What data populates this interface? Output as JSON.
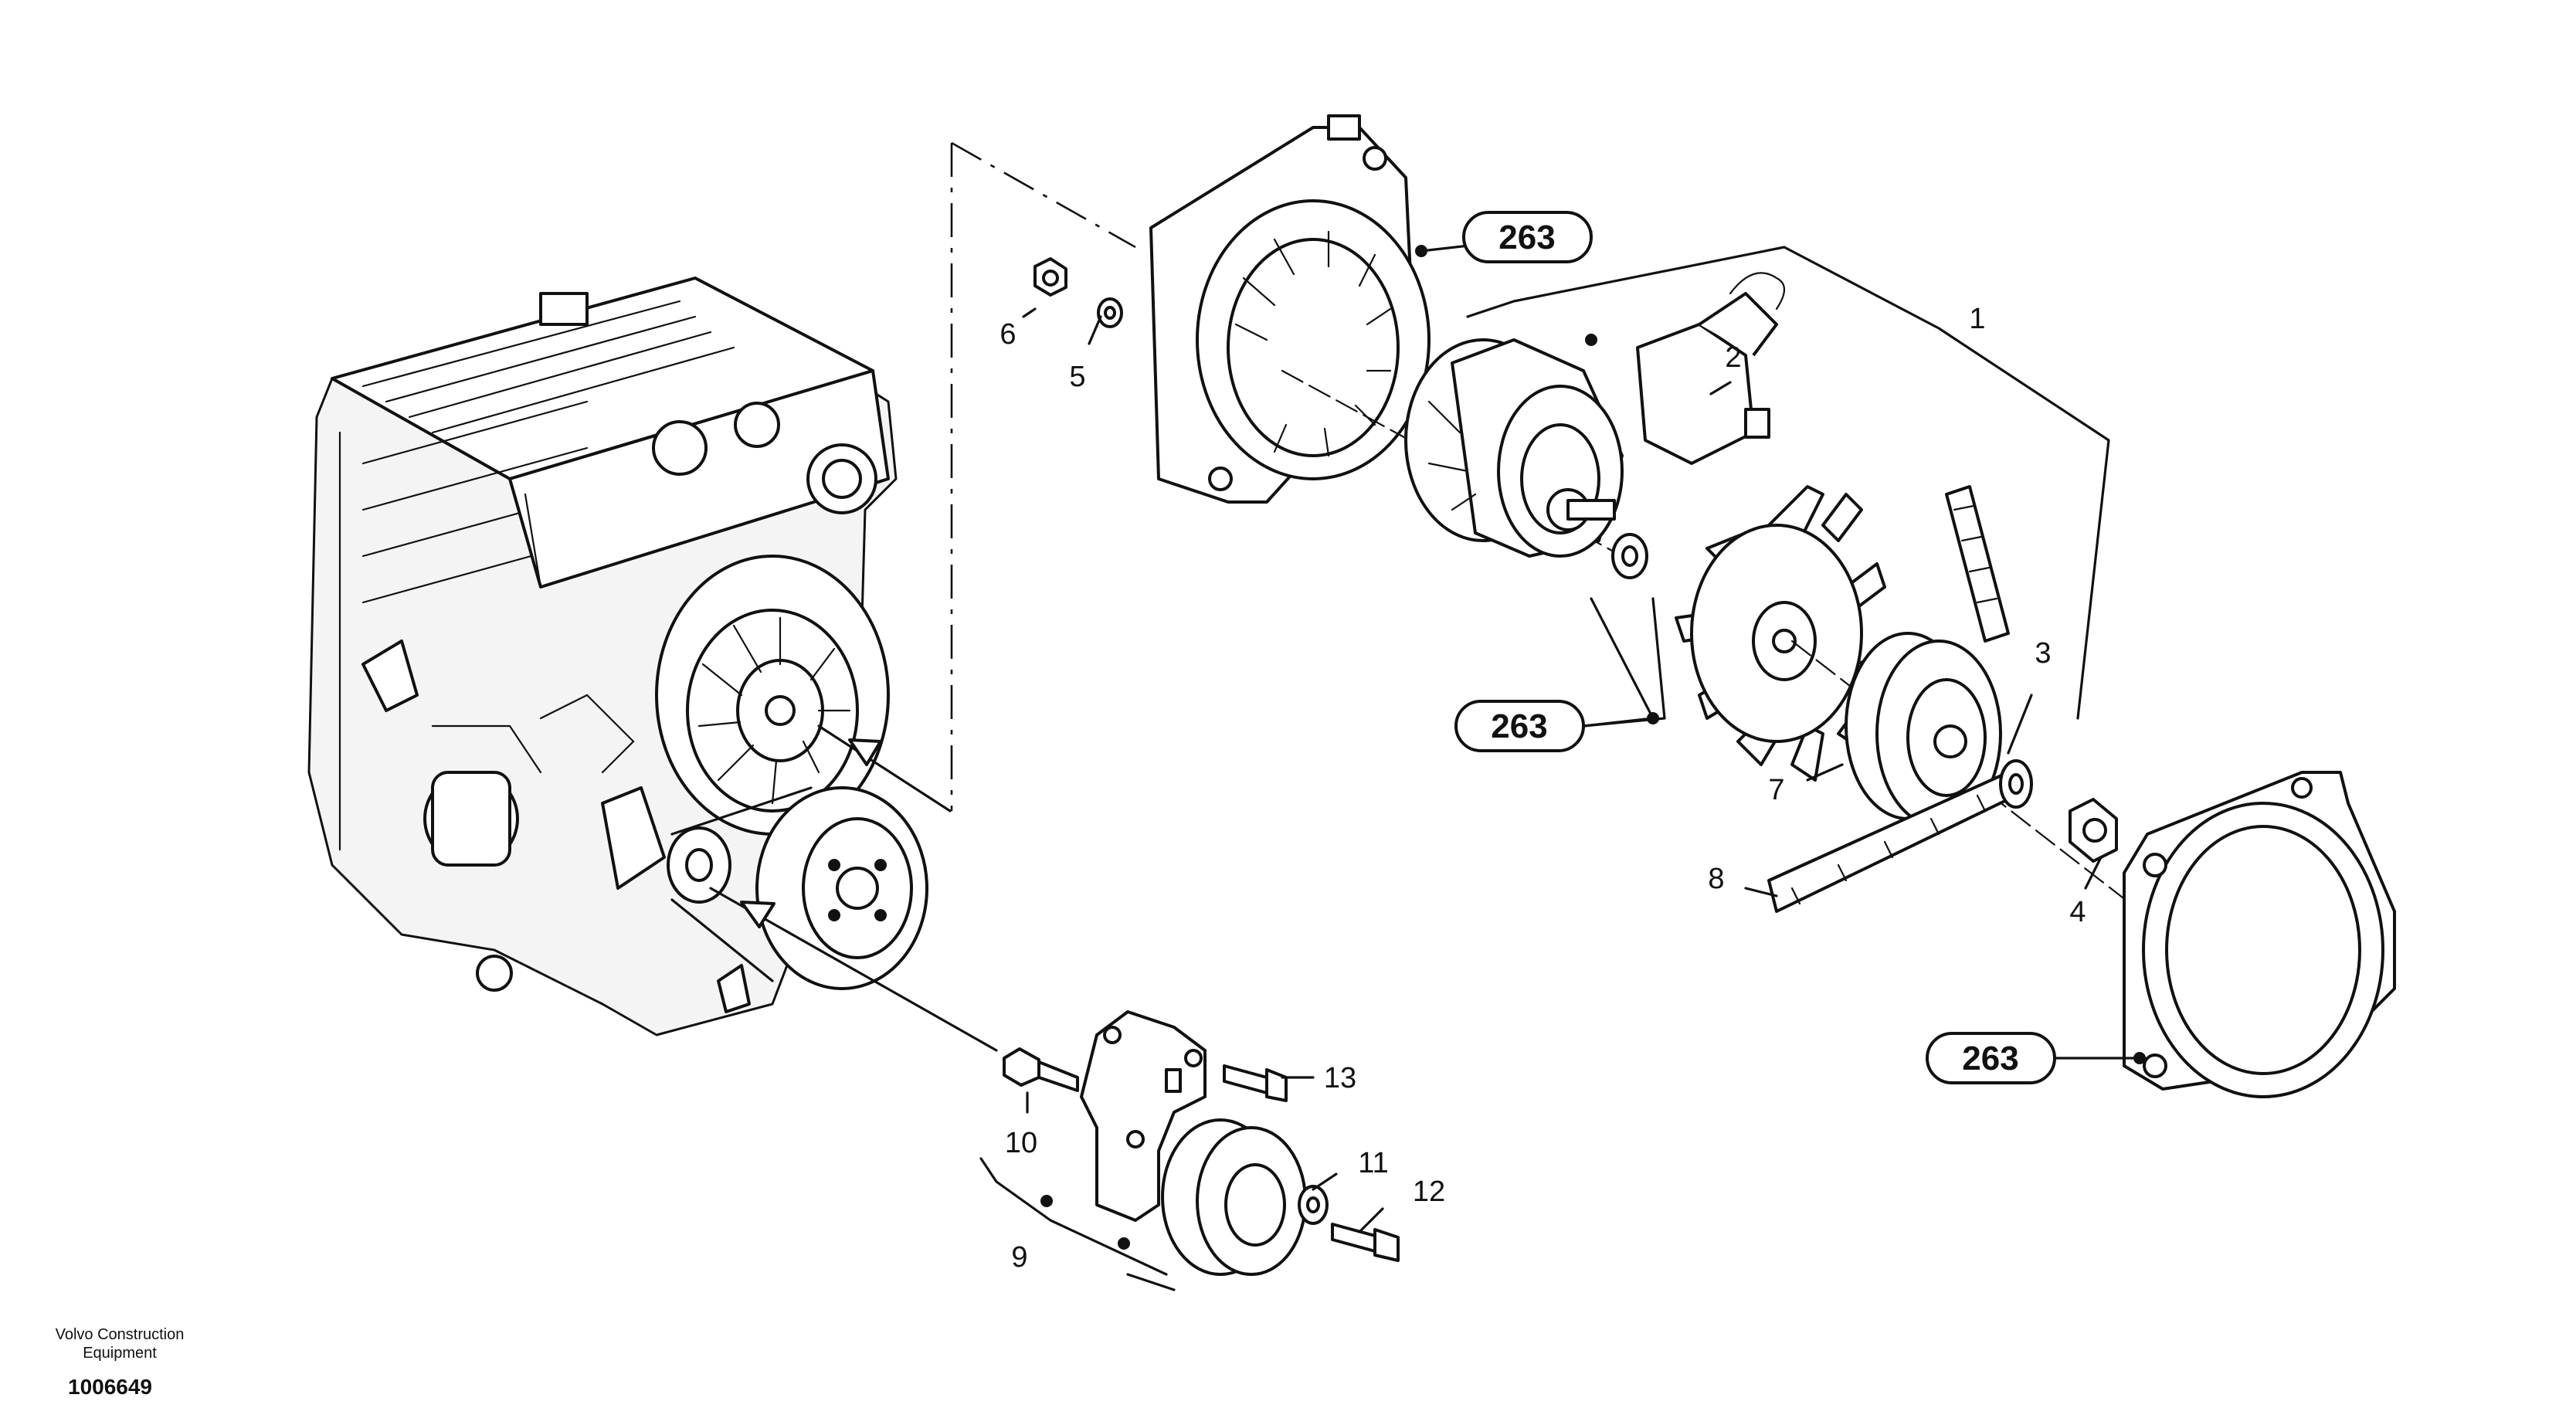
{
  "callouts": {
    "c1": "1",
    "c2": "2",
    "c3": "3",
    "c4": "4",
    "c5": "5",
    "c6": "6",
    "c7": "7",
    "c8": "8",
    "c9": "9",
    "c10": "10",
    "c11": "11",
    "c12": "12",
    "c13": "13"
  },
  "reference_badges": [
    "263",
    "263",
    "263"
  ],
  "footer": {
    "company_line1": "Volvo Construction",
    "company_line2": "Equipment",
    "drawing_number": "1006649"
  }
}
